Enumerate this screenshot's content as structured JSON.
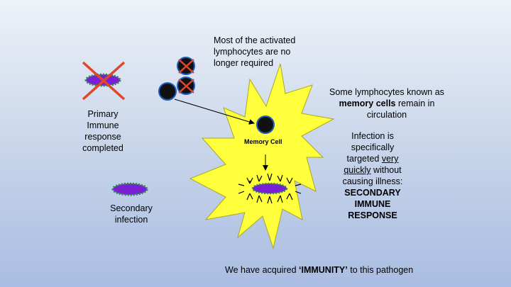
{
  "colors": {
    "burst_fill": "#ffff3c",
    "burst_stroke": "#a8a820",
    "pathogen_fill": "#7b1fd6",
    "pathogen_spikes": "#2d8a4e",
    "cross": "#e0472a",
    "lymphocyte_dark": "#111111",
    "lymphocyte_ring": "#1f5fbf"
  },
  "labels": {
    "top_note": [
      "Most of the activated",
      "lymphocytes are no",
      "longer required"
    ],
    "primary": [
      "Primary",
      "Immune",
      "response",
      "completed"
    ],
    "memory_cells": {
      "line1": "Some lymphocytes known as",
      "bold": "memory cells",
      "line2_rest": " remain in",
      "line3": "circulation"
    },
    "infection": {
      "line1": "Infection is",
      "line2": "specifically",
      "line3_pre": "targeted ",
      "line3_u": "very",
      "line4_u": "quickly",
      "line4_post": " without",
      "line5": "causing illness:",
      "bold1": "SECONDARY",
      "bold2": "IMMUNE",
      "bold3": "RESPONSE"
    },
    "memory_cell_tag": "Memory Cell",
    "secondary": [
      "Secondary",
      "infection"
    ],
    "bottom": {
      "pre": "We have acquired ",
      "bold": "‘IMMUNITY’",
      "post": " to this pathogen"
    }
  }
}
